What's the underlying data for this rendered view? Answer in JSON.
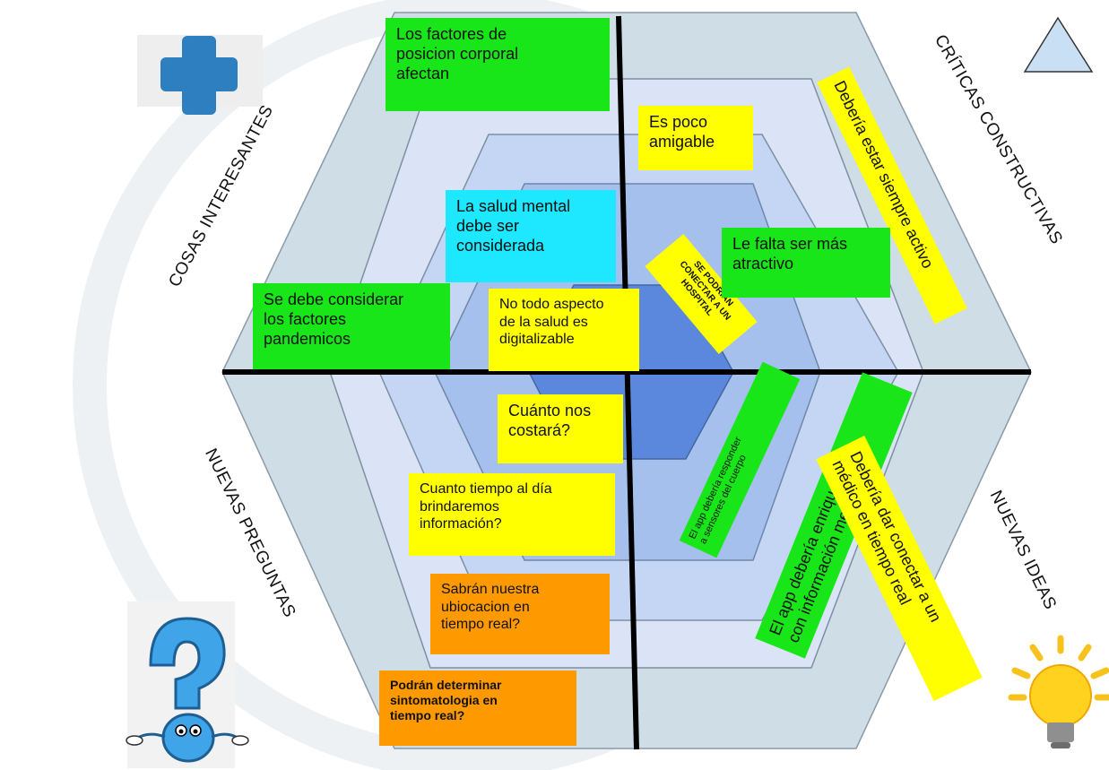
{
  "quadrants": {
    "top_left": "COSAS INTERESANTES",
    "top_right": "CRÍTICAS CONSTRUCTIVAS",
    "bottom_left": "NUEVAS PREGUNTAS",
    "bottom_right": "NUEVAS IDEAS"
  },
  "notes": {
    "posicion": "Los factores de\nposicion corporal\nafectan",
    "amigable": "Es poco\namigable",
    "activo": "Debería estar siempre activo",
    "salud_mental": "La salud mental\ndebe ser\nconsiderada",
    "hospital": "SE PODRIAN\nCONECTAR A UN\nHOSPITAL",
    "atractivo": "Le falta ser más\natractivo",
    "pandemicos": "Se debe considerar\nlos factores\npandemicos",
    "digitalizable": "No todo aspecto\nde la salud es\ndigitalizable",
    "costara": "Cuánto nos\ncostará?",
    "sensores": "El app debería responder\na sensores del cuerpo",
    "enriquecerse": "El app debería enriquecerse\ncon información medica",
    "medico": "Debería dar conectar a un\nmédico en tiempo real",
    "tiempo_dia": "Cuanto tiempo al día\nbrindaremos\ninformación?",
    "ubicacion": "Sabrán nuestra\nubiocacion en\ntiempo real?",
    "sintomatologia": "Podrán determinar\nsintomatologia en\ntiempo real?"
  },
  "icons": [
    "plus-icon",
    "triangle-icon",
    "question-mascot-icon",
    "lightbulb-icon"
  ],
  "colors": {
    "green": "#19e619",
    "yellow": "#ffff00",
    "cyan": "#1ee8ff",
    "orange": "#ff9900",
    "hex_outer": "#cfdde6",
    "hex_mid1": "#dbe4f6",
    "hex_mid2": "#b6cdf0",
    "hex_inner": "#99b6ea",
    "hex_center": "#5b87dd",
    "plus": "#2e7fc0"
  }
}
